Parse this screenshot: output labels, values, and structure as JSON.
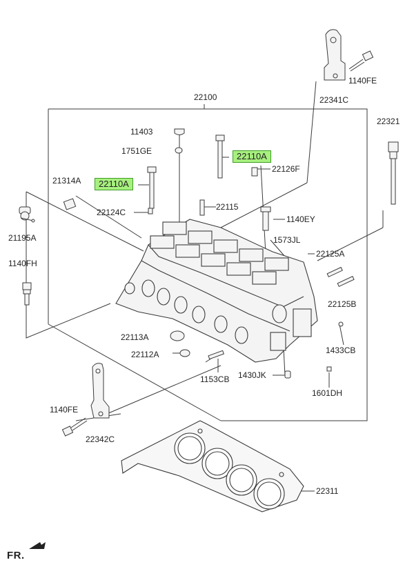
{
  "diagram": {
    "assembly_label": "22100",
    "front_indicator": "FR.",
    "parts": [
      {
        "id": "p22100",
        "label": "22100"
      },
      {
        "id": "p11403",
        "label": "11403"
      },
      {
        "id": "p1751GE",
        "label": "1751GE"
      },
      {
        "id": "p22110A_top",
        "label": "22110A",
        "highlighted": true
      },
      {
        "id": "p22126F",
        "label": "22126F"
      },
      {
        "id": "p21314A",
        "label": "21314A"
      },
      {
        "id": "p22110A_left",
        "label": "22110A",
        "highlighted": true
      },
      {
        "id": "p22124C",
        "label": "22124C"
      },
      {
        "id": "p22115",
        "label": "22115"
      },
      {
        "id": "p1140EY",
        "label": "1140EY"
      },
      {
        "id": "p1573JL",
        "label": "1573JL"
      },
      {
        "id": "p21195A",
        "label": "21195A"
      },
      {
        "id": "p1140FH",
        "label": "1140FH"
      },
      {
        "id": "p22125A",
        "label": "22125A"
      },
      {
        "id": "p22125B",
        "label": "22125B"
      },
      {
        "id": "p22113A",
        "label": "22113A"
      },
      {
        "id": "p22112A",
        "label": "22112A"
      },
      {
        "id": "p1433CB",
        "label": "1433CB"
      },
      {
        "id": "p1153CB",
        "label": "1153CB"
      },
      {
        "id": "p1430JK",
        "label": "1430JK"
      },
      {
        "id": "p1601DH",
        "label": "1601DH"
      },
      {
        "id": "p1140FE_top",
        "label": "1140FE"
      },
      {
        "id": "p22341C",
        "label": "22341C"
      },
      {
        "id": "p22321",
        "label": "22321"
      },
      {
        "id": "p1140FE_bot",
        "label": "1140FE"
      },
      {
        "id": "p22342C",
        "label": "22342C"
      },
      {
        "id": "p22311",
        "label": "22311"
      }
    ],
    "colors": {
      "line": "#3a3a3a",
      "highlight_fill": "#a7f07f",
      "highlight_border": "#3e9c25",
      "part_fill": "#f4f4f4"
    }
  }
}
